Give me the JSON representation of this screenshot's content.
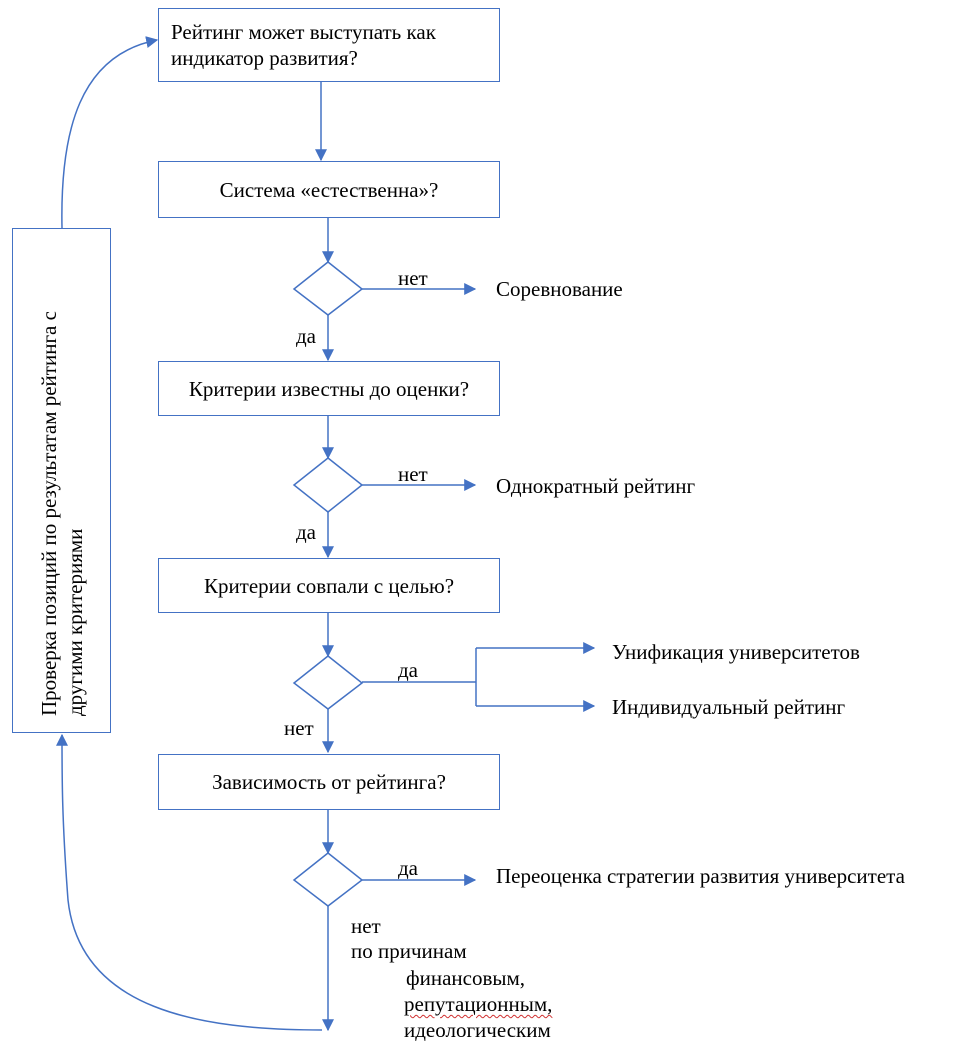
{
  "colors": {
    "line": "#4472c4",
    "text": "#000000",
    "spellcheck": "#d03030"
  },
  "boxes": {
    "q1": "Рейтинг может выступать как индикатор развития?",
    "q2": "Система «естественна»?",
    "q3": "Критерии известны до оценки?",
    "q4": "Критерии совпали с целью?",
    "q5": "Зависимость от рейтинга?"
  },
  "side_box": "Проверка позиций по результатам рейтинга с другими критериями",
  "branch_labels": {
    "d1_no": "нет",
    "d1_yes": "да",
    "d2_no": "нет",
    "d2_yes": "да",
    "d3_yes": "да",
    "d3_no": "нет",
    "d4_yes": "да"
  },
  "outcomes": {
    "d1": "Соревнование",
    "d2": "Однократный рейтинг",
    "d3_a": "Унификация университетов",
    "d3_b": "Индивидуальный рейтинг",
    "d4": "Переоценка стратегии развития университета"
  },
  "final_no": {
    "line1": "нет",
    "line2": "по причинам",
    "reason1": "финансовым,",
    "reason2": "репутационным,",
    "reason3": "идеологическим"
  }
}
